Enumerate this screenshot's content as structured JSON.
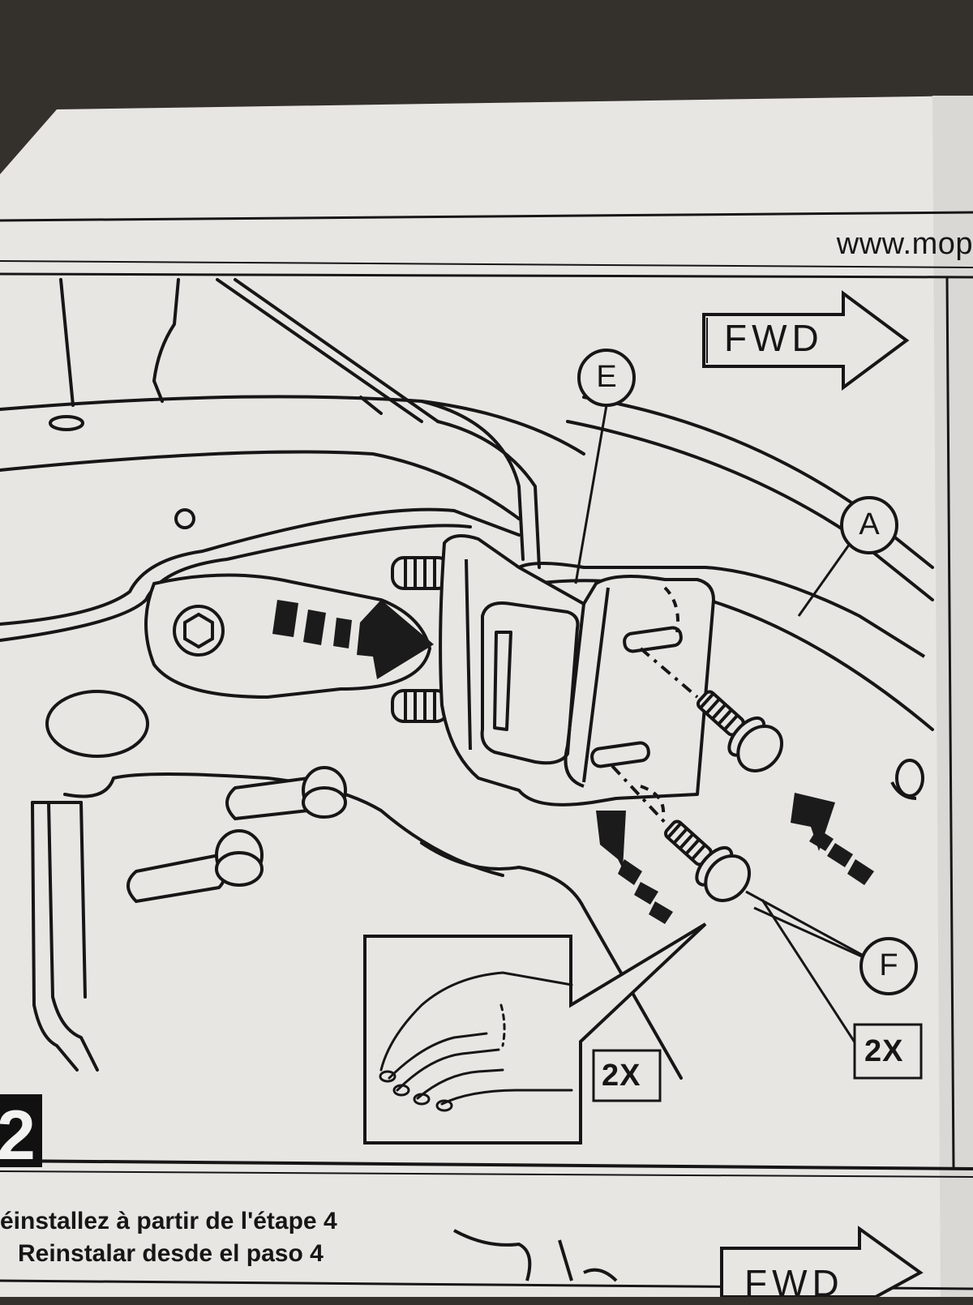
{
  "header": {
    "url": "www.mop"
  },
  "diagram": {
    "direction_label": "FWD",
    "callouts": {
      "e": "E",
      "a": "A",
      "f": "F"
    },
    "quantity_labels": {
      "hand_inset": "2X",
      "fastener_f": "2X"
    }
  },
  "step": {
    "number": "2"
  },
  "instructions": {
    "french": "éinstallez à partir de l'étape 4",
    "spanish": "Reinstalar desde el paso 4",
    "next_direction_label": "FWD"
  },
  "colors": {
    "paper": "#e7e6e3",
    "ink": "#161616",
    "background": "#34302c",
    "step_badge": "#111111"
  }
}
